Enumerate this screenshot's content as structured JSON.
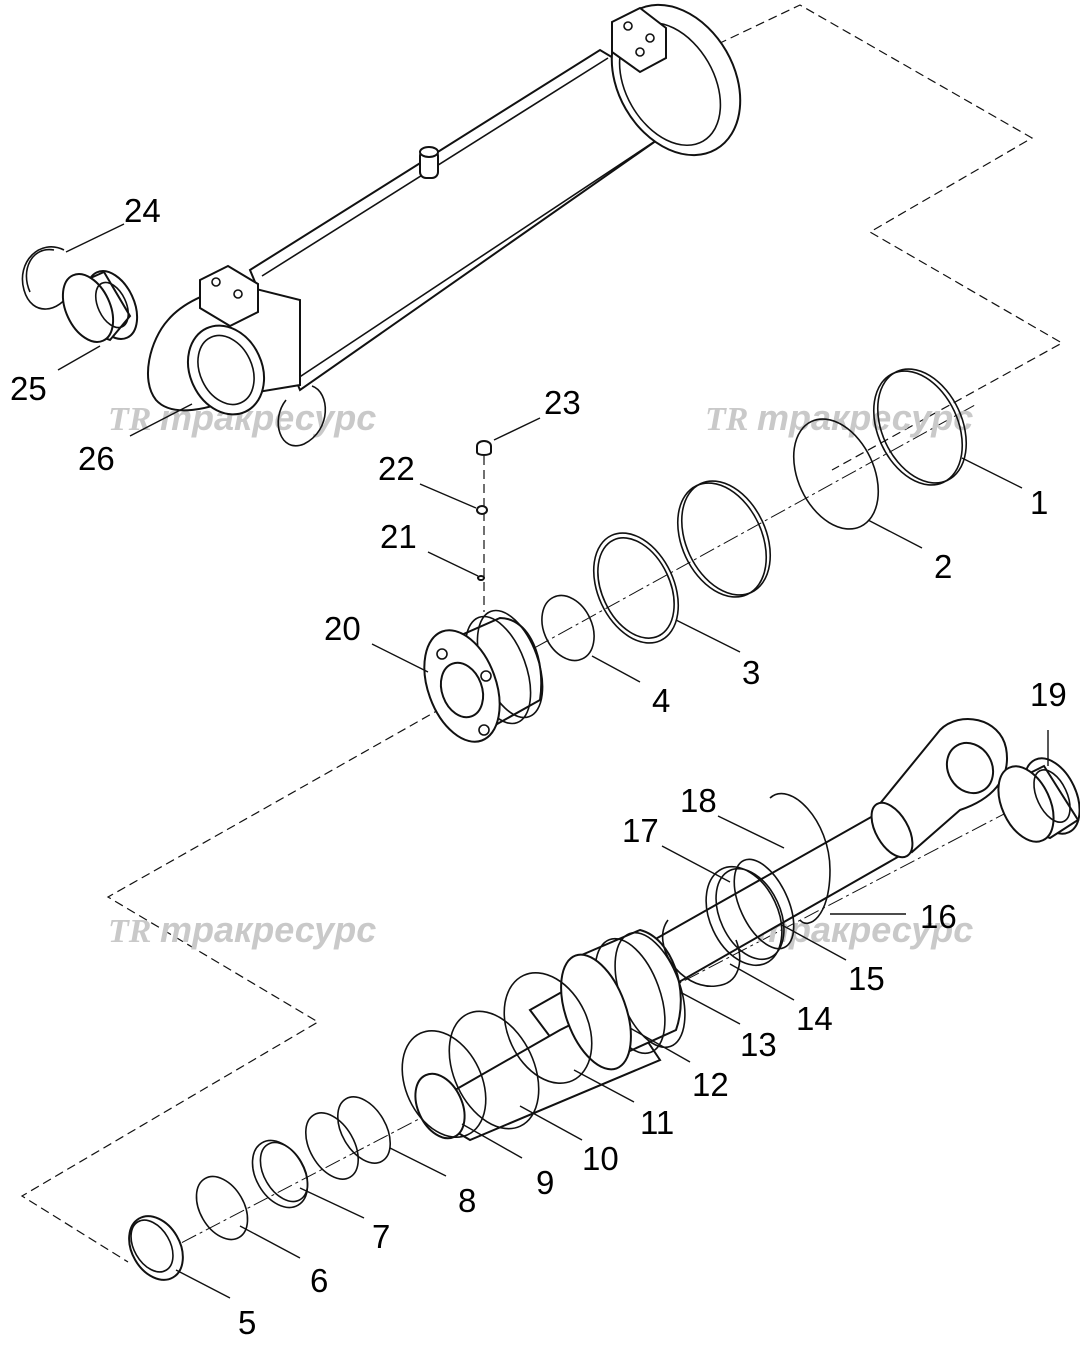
{
  "watermark": {
    "logo": "TR",
    "text": "тракресурс"
  },
  "callouts": [
    "1",
    "2",
    "3",
    "4",
    "5",
    "6",
    "7",
    "8",
    "9",
    "10",
    "11",
    "12",
    "13",
    "14",
    "15",
    "16",
    "17",
    "18",
    "19",
    "20",
    "21",
    "22",
    "23",
    "24",
    "25",
    "26"
  ]
}
